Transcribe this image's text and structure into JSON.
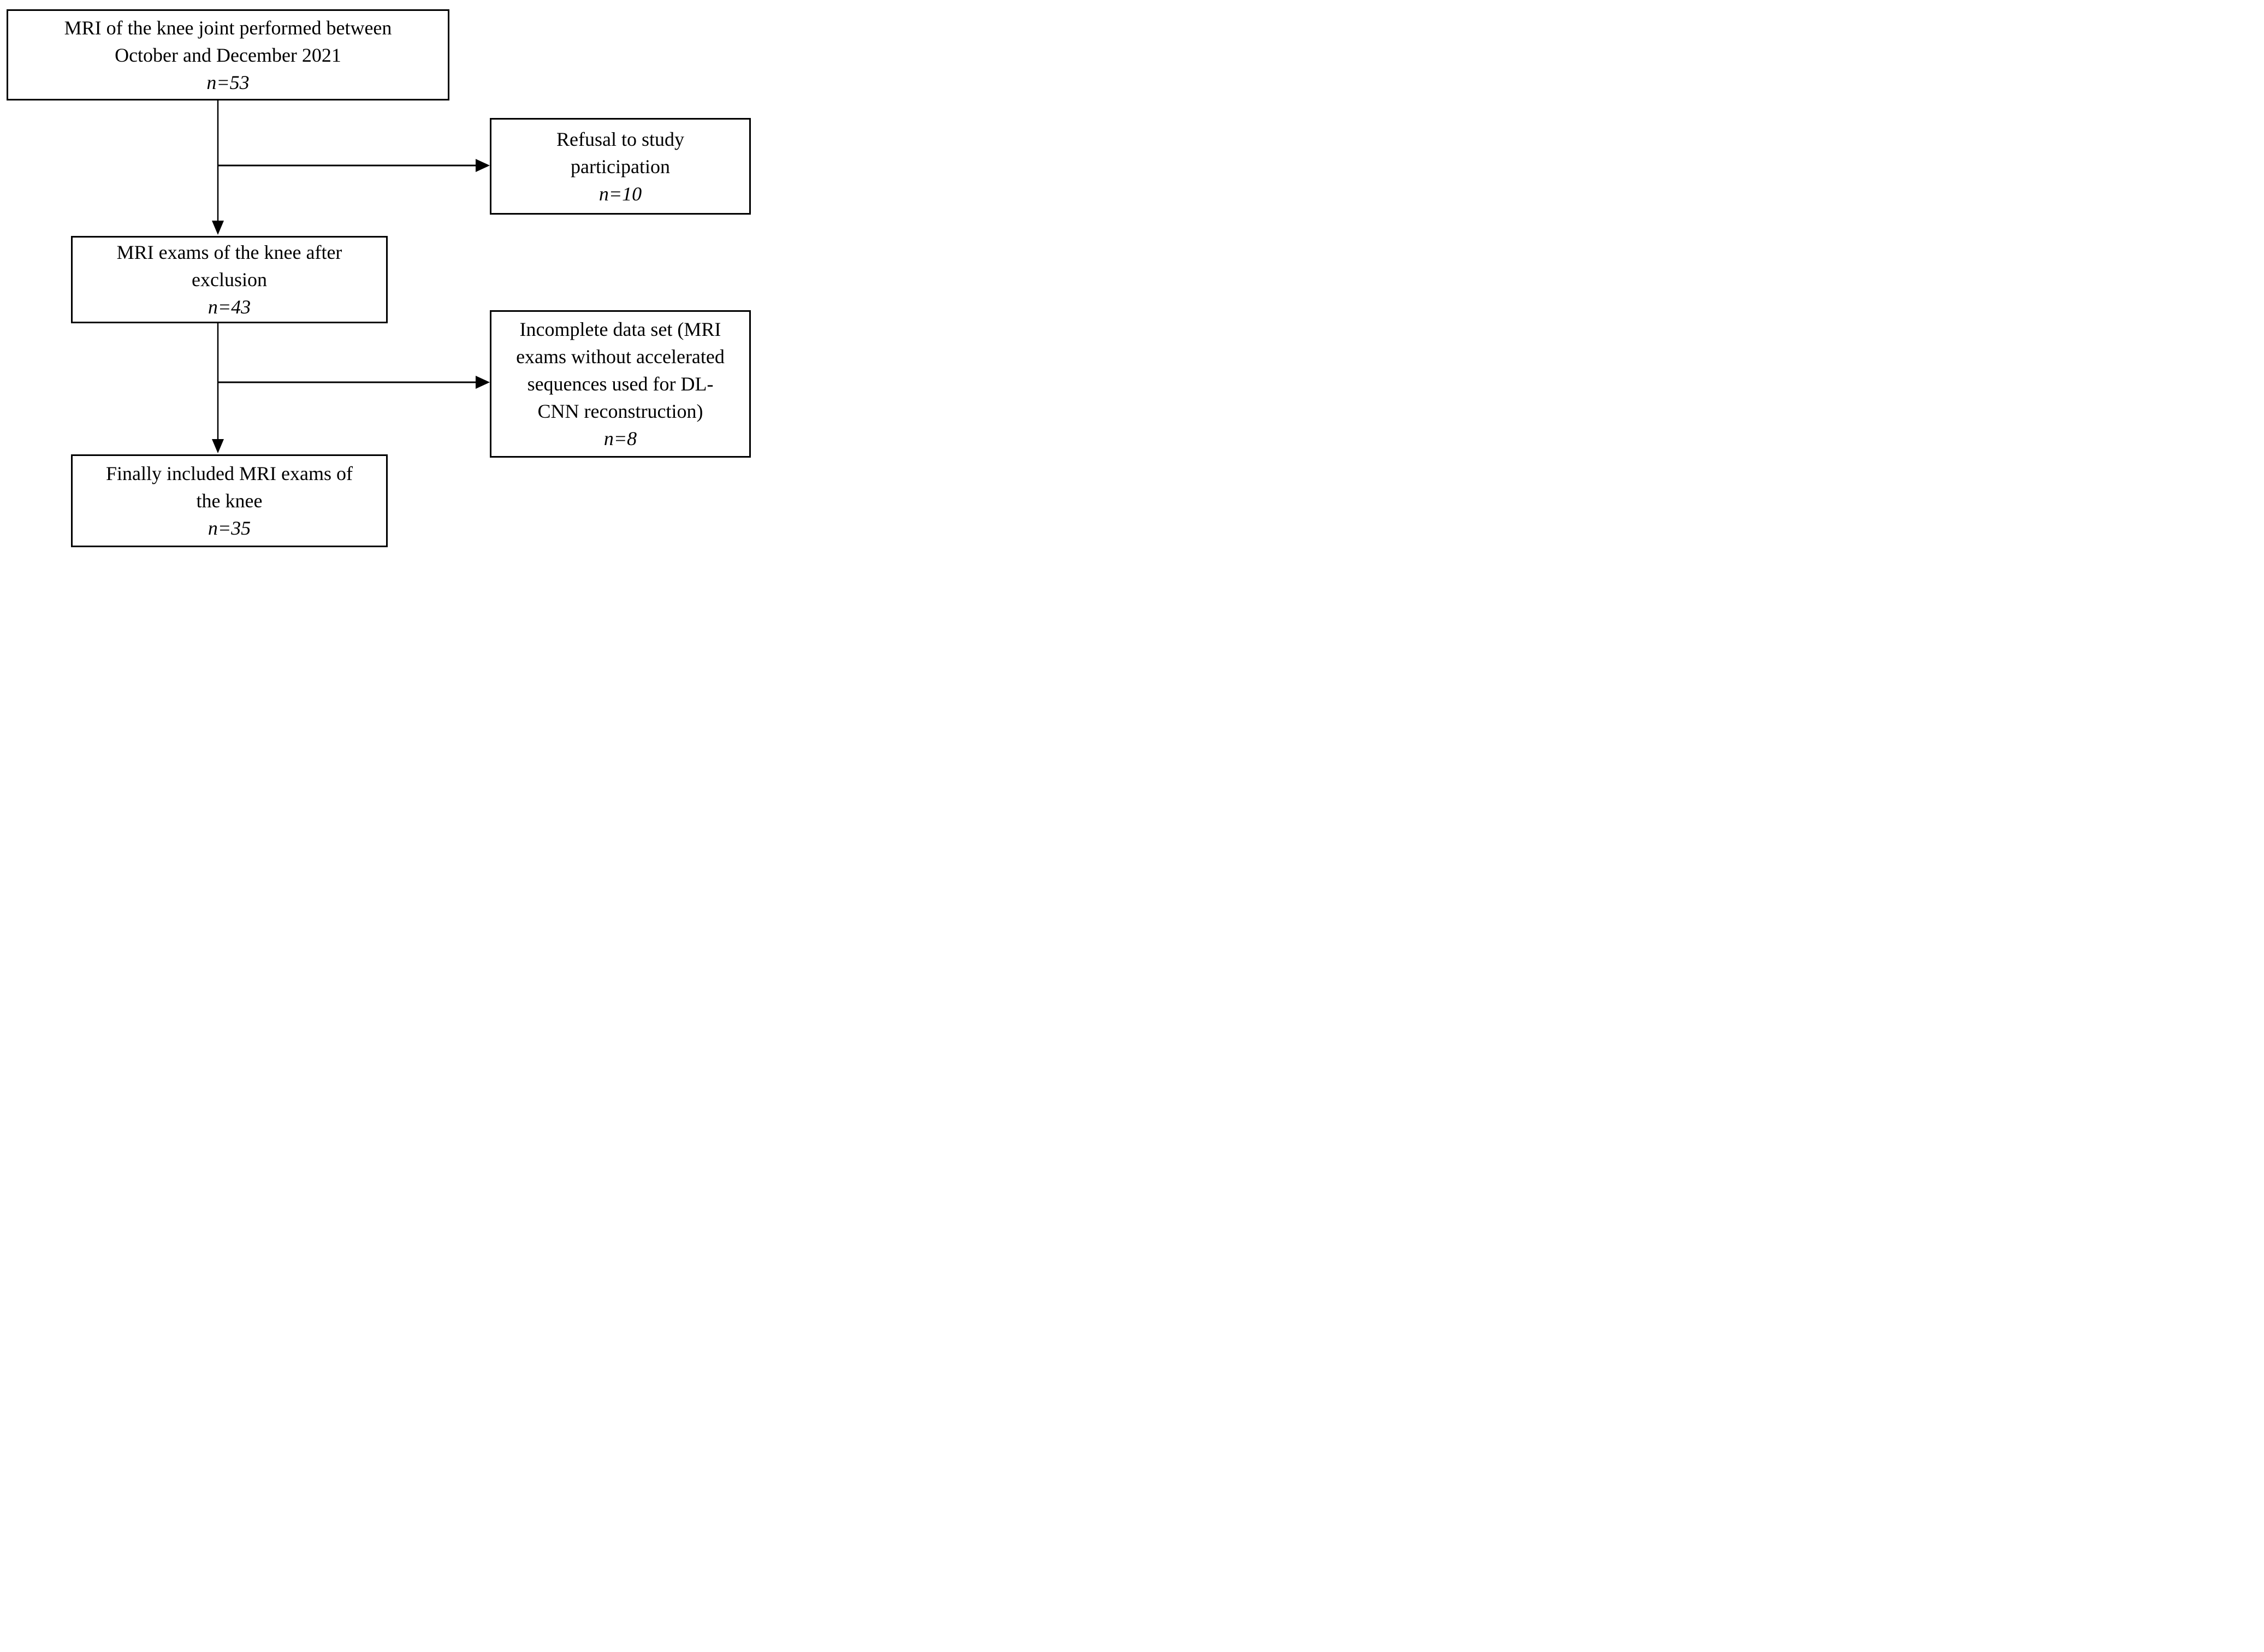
{
  "diagram": {
    "accent_color": "#000000",
    "background_color": "#ffffff",
    "boxes": [
      {
        "id": "initial-cohort",
        "lines": [
          "MRI of the knee joint performed between",
          "October and December 2021"
        ],
        "n": "n=53"
      },
      {
        "id": "refusal-exclusion",
        "lines": [
          "Refusal to study",
          "participation"
        ],
        "n": "n=10"
      },
      {
        "id": "after-exclusion",
        "lines": [
          "MRI exams of the knee after",
          "exclusion"
        ],
        "n": "n=43"
      },
      {
        "id": "incomplete-exclusion",
        "lines": [
          "Incomplete data set (MRI",
          "exams without accelerated",
          "sequences used for DL-",
          "CNN reconstruction)"
        ],
        "n": "n=8"
      },
      {
        "id": "final-included",
        "lines": [
          "Finally included MRI exams of",
          "the knee"
        ],
        "n": "n=35"
      }
    ]
  }
}
